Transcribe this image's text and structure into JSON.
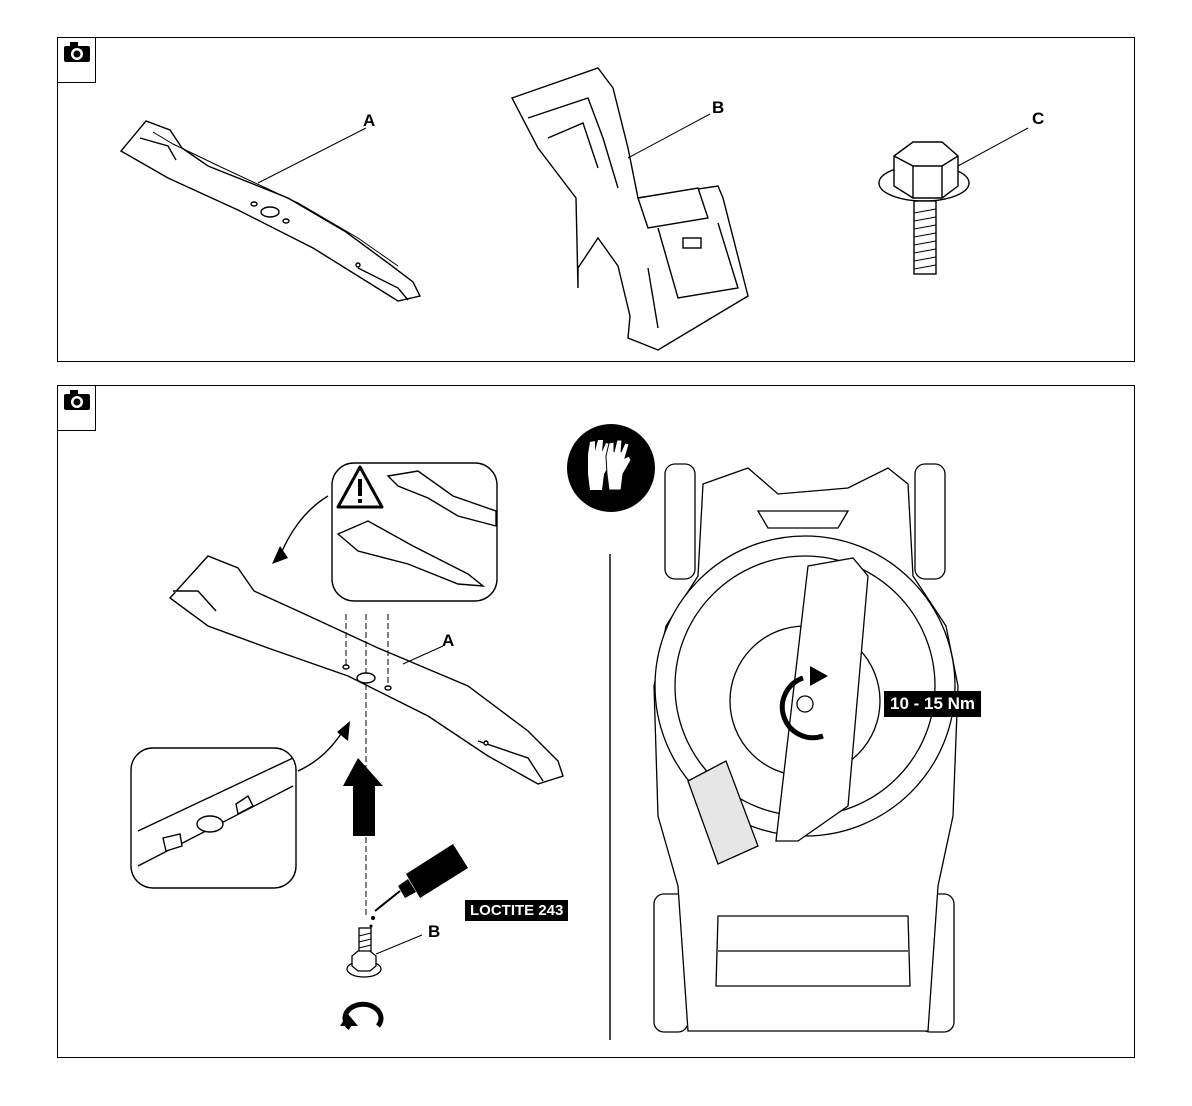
{
  "panel_top": {
    "icon": "camera-icon",
    "labels": {
      "a": "A",
      "b": "B",
      "c": "C"
    }
  },
  "panel_bottom": {
    "icon": "camera-icon",
    "glove_icon": "gloves-icon",
    "warning_icon": "warning-triangle-icon",
    "labels": {
      "a": "A",
      "b": "B"
    },
    "adhesive_tag": "LOCTITE 243",
    "torque_tag": "10 - 15 Nm"
  }
}
